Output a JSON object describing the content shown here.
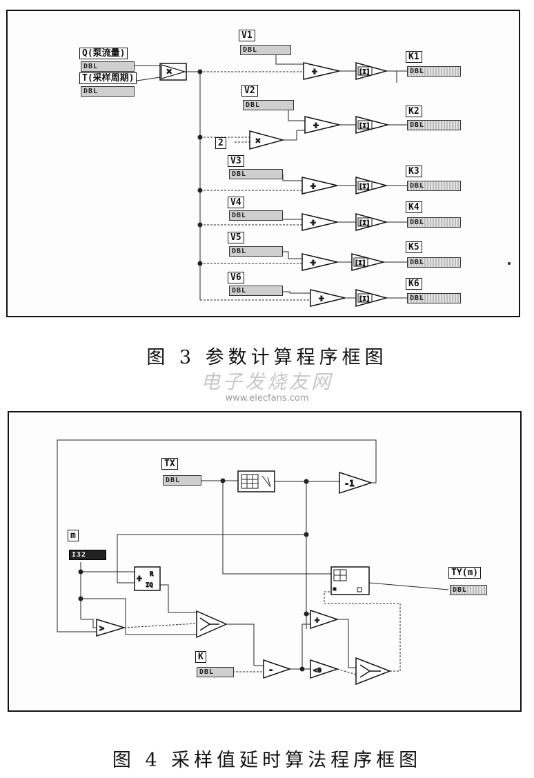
{
  "figure3": {
    "caption": "图 3   参数计算程序框图",
    "inputs": {
      "q_label": "Q(泵流量)",
      "q_type": "DBL",
      "t_label": "T(采样周期)",
      "t_type": "DBL"
    },
    "const_2": "2",
    "ops": {
      "multiply": "×",
      "divide": "÷",
      "round": "[I]"
    },
    "rows": [
      {
        "v": "V1",
        "v_type": "DBL",
        "k": "K1",
        "k_type": "DBL"
      },
      {
        "v": "V2",
        "v_type": "DBL",
        "k": "K2",
        "k_type": "DBL"
      },
      {
        "v": "V3",
        "v_type": "DBL",
        "k": "K3",
        "k_type": "DBL"
      },
      {
        "v": "V4",
        "v_type": "DBL",
        "k": "K4",
        "k_type": "DBL"
      },
      {
        "v": "V5",
        "v_type": "DBL",
        "k": "K5",
        "k_type": "DBL"
      },
      {
        "v": "V6",
        "v_type": "DBL",
        "k": "K6",
        "k_type": "DBL"
      }
    ]
  },
  "watermark": {
    "cn": "电子发烧友网",
    "url": "www.elecfans.com"
  },
  "figure4": {
    "caption": "图 4   采样值延时算法程序框图",
    "tx_label": "TX",
    "tx_type": "DBL",
    "m_label": "m",
    "m_type": "I32",
    "k_label": "K",
    "k_type": "DBL",
    "ty_label": "TY(m)",
    "ty_type": "DBL",
    "ops": {
      "minus_one": "-1",
      "divide": "÷",
      "quotient_r": "R",
      "quotient_iq": "IQ",
      "greater": ">",
      "subtract": "-",
      "less_zero": "<0",
      "add": "+"
    }
  }
}
